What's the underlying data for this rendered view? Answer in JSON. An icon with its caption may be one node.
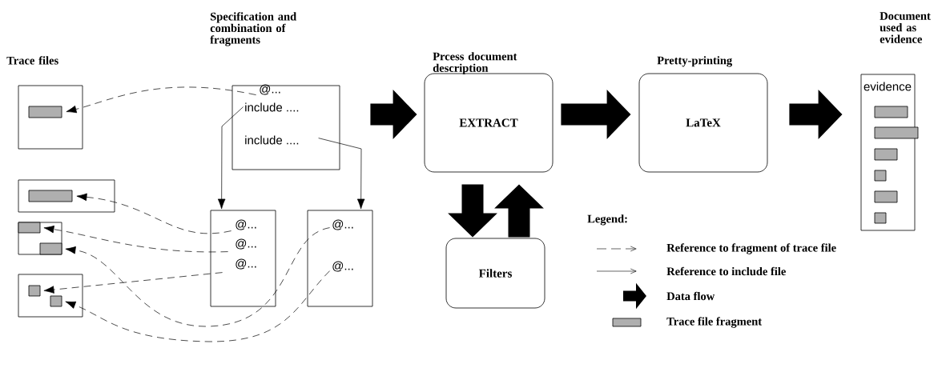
{
  "diagram": {
    "nodes": [
      {
        "text": [],
        "shape": "box"
      },
      {
        "text": [],
        "shape": "bar",
        "in": 0
      },
      {
        "text": [],
        "shape": "box"
      },
      {
        "text": [],
        "shape": "bar",
        "in": 2
      },
      {
        "text": [],
        "shape": "box"
      },
      {
        "text": [],
        "shape": "bar",
        "in": 4
      },
      {
        "text": [],
        "shape": "bar",
        "in": 4
      },
      {
        "text": [],
        "shape": "box"
      },
      {
        "text": [],
        "shape": "bar",
        "in": 7
      },
      {
        "text": [],
        "shape": "bar",
        "in": 7
      },
      {
        "text": [
          "@...",
          "include ....",
          "include ...."
        ]
      },
      {
        "text": [
          "@...",
          "@...",
          "@..."
        ]
      },
      {
        "text": [
          "@...",
          "@..."
        ]
      },
      {
        "text": [
          "EXTRACT"
        ]
      },
      {
        "text": [
          "Filters"
        ]
      },
      {
        "text": [
          "LaTeX"
        ]
      },
      {
        "text": [
          "evidence"
        ]
      },
      {
        "text": [],
        "shape": "bar",
        "in": 16
      },
      {
        "text": [],
        "shape": "bar",
        "in": 16
      },
      {
        "text": [],
        "shape": "bar",
        "in": 16
      },
      {
        "text": [],
        "shape": "bar",
        "in": 16
      },
      {
        "text": [],
        "shape": "bar",
        "in": 16
      },
      {
        "text": [],
        "shape": "bar",
        "in": 16
      }
    ],
    "edges": [
      {
        "from": 10,
        "to": 1,
        "arrow": "to",
        "style": "dashed"
      },
      {
        "from": 10,
        "to": 11,
        "arrow": "to"
      },
      {
        "from": 10,
        "to": 12,
        "arrow": "to"
      },
      {
        "from": 11,
        "to": 3,
        "arrow": "to",
        "style": "dashed"
      },
      {
        "from": 11,
        "to": 5,
        "arrow": "to",
        "style": "dashed"
      },
      {
        "from": 11,
        "to": 8,
        "arrow": "to",
        "style": "dashed"
      },
      {
        "from": 12,
        "to": 6,
        "arrow": "to",
        "style": "dashed"
      },
      {
        "from": 12,
        "to": 9,
        "arrow": "to",
        "style": "dashed"
      },
      {
        "from": 10,
        "to": 13,
        "arrow": "to",
        "style": "thick"
      },
      {
        "from": 13,
        "to": 15,
        "arrow": "to",
        "style": "thick"
      },
      {
        "from": 15,
        "to": 16,
        "arrow": "to",
        "style": "thick"
      },
      {
        "from": 13,
        "to": 14,
        "arrow": "to",
        "style": "thick"
      },
      {
        "from": 14,
        "to": 13,
        "arrow": "to",
        "style": "thick"
      }
    ],
    "labels": [
      "Trace files",
      "Specification and combination of fragments",
      "Prcess document description",
      "Pretty-printing",
      "Document used as evidence",
      "Legend:"
    ],
    "legend": [
      {
        "text": "Reference to fragment of trace file"
      },
      {
        "text": "Reference to include file"
      },
      {
        "text": "Data flow"
      },
      {
        "text": "Trace file fragment"
      }
    ]
  }
}
